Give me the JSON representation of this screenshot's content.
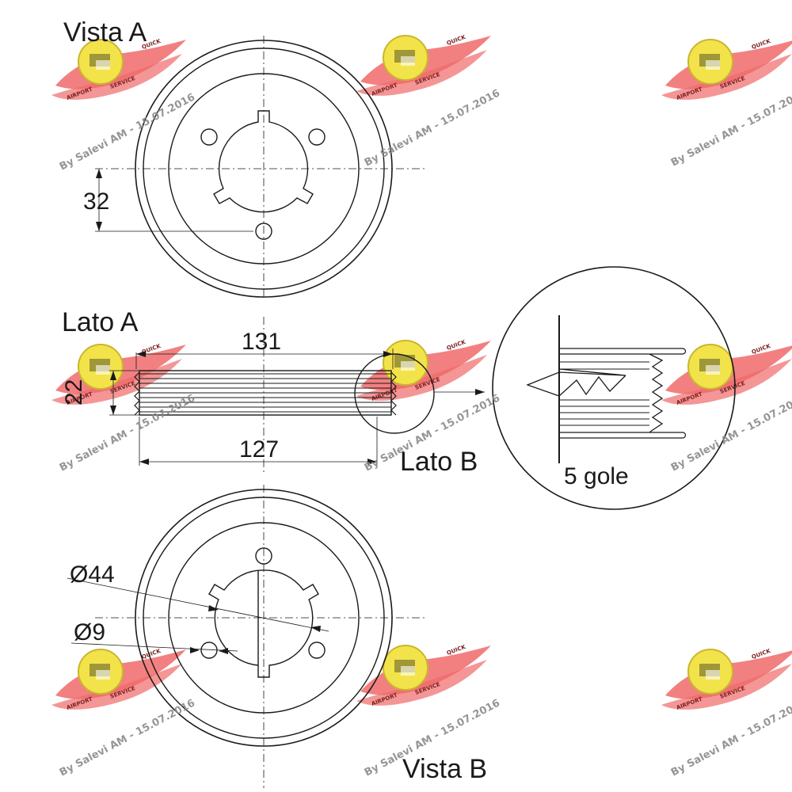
{
  "views": {
    "vista_a": "Vista A",
    "lato_a": "Lato A",
    "lato_b": "Lato B",
    "vista_b": "Vista B"
  },
  "dimensions": {
    "hole_offset": "32",
    "total_width": "131",
    "height": "22",
    "inner_width": "127",
    "center_diameter": "Ø44",
    "hole_diameter": "Ø9"
  },
  "detail": {
    "grooves": "5 gole"
  },
  "watermark": {
    "text": "By Salevi AM - 15.07.2016",
    "logo_text": "AIRPORT SERVICE QUICK",
    "logo_wing_color": "#f06a6a",
    "logo_badge_color": "#f3e34a"
  }
}
